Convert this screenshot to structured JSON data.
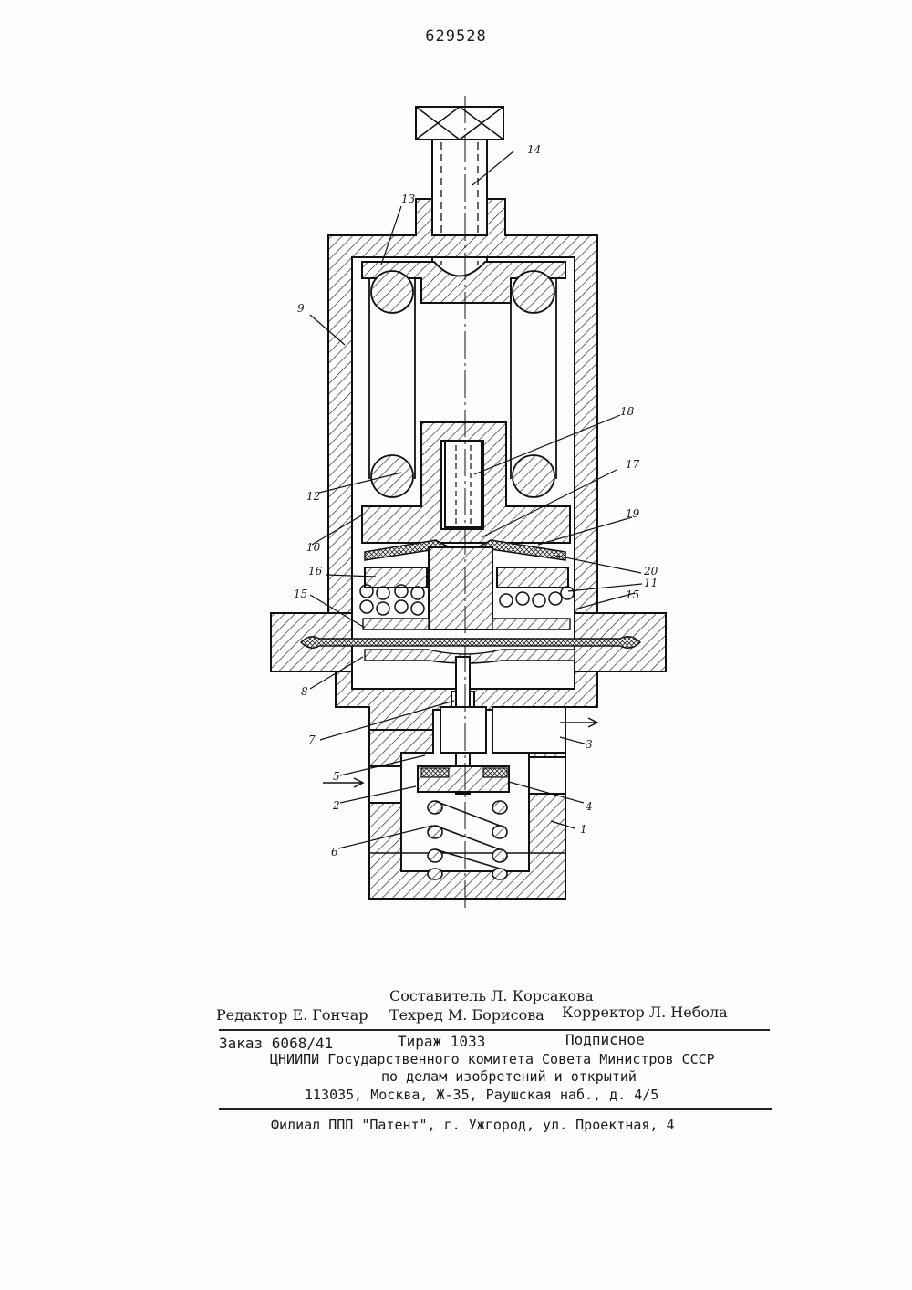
{
  "page_number": "629528",
  "figure": {
    "labels": {
      "l1": "1",
      "l2": "2",
      "l3": "3",
      "l4": "4",
      "l5": "5",
      "l6": "6",
      "l7": "7",
      "l8": "8",
      "l9": "9",
      "l10": "10",
      "l11": "11",
      "l12": "12",
      "l13": "13",
      "l14": "14",
      "l15a": "15",
      "l15b": "15",
      "l16": "16",
      "l17": "17",
      "l18": "18",
      "l19": "19",
      "l20": "20"
    }
  },
  "imprint": {
    "composer": "Составитель Л. Корсакова",
    "editor": "Редактор Е. Гончар",
    "techred": "Техред М. Борисова",
    "corrector": "Корректор Л. Небола",
    "order": "Заказ 6068/41",
    "print_run": "Тираж 1033",
    "subscription": "Подписное",
    "org_line1": "ЦНИИПИ Государственного комитета Совета Министров СССР",
    "org_line2": "по делам изобретений и открытий",
    "address": "113035, Москва, Ж-35, Раушская наб., д. 4/5",
    "branch": "Филиал ППП \"Патент\", г. Ужгород, ул. Проектная, 4"
  }
}
